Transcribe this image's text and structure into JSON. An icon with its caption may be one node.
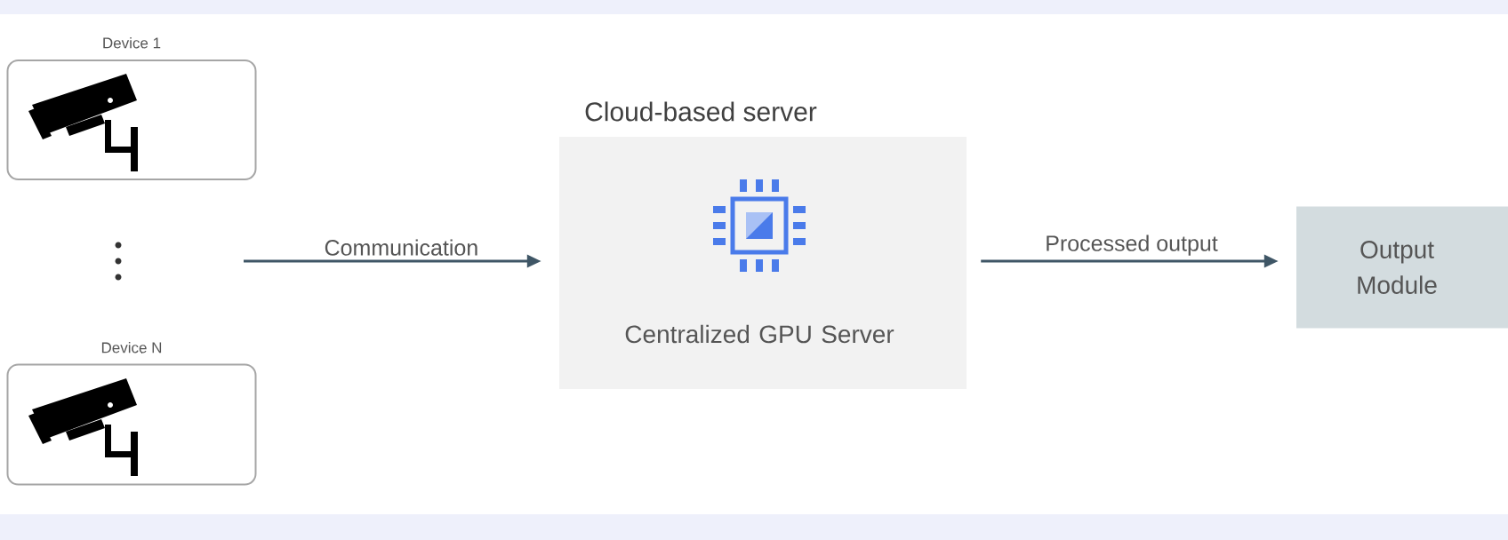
{
  "diagram": {
    "nodes": [
      {
        "text": [
          "Device 1"
        ]
      },
      {
        "text": [
          "Device N"
        ]
      },
      {
        "text": [
          "Cloud-based server",
          "Centralized GPU Server"
        ]
      },
      {
        "text": [
          "Output Module"
        ]
      }
    ],
    "edges": [
      {
        "from": null,
        "to": 2,
        "arrow": "to",
        "label": "Communication"
      },
      {
        "from": 2,
        "to": 3,
        "arrow": "to",
        "label": "Processed output"
      }
    ]
  }
}
